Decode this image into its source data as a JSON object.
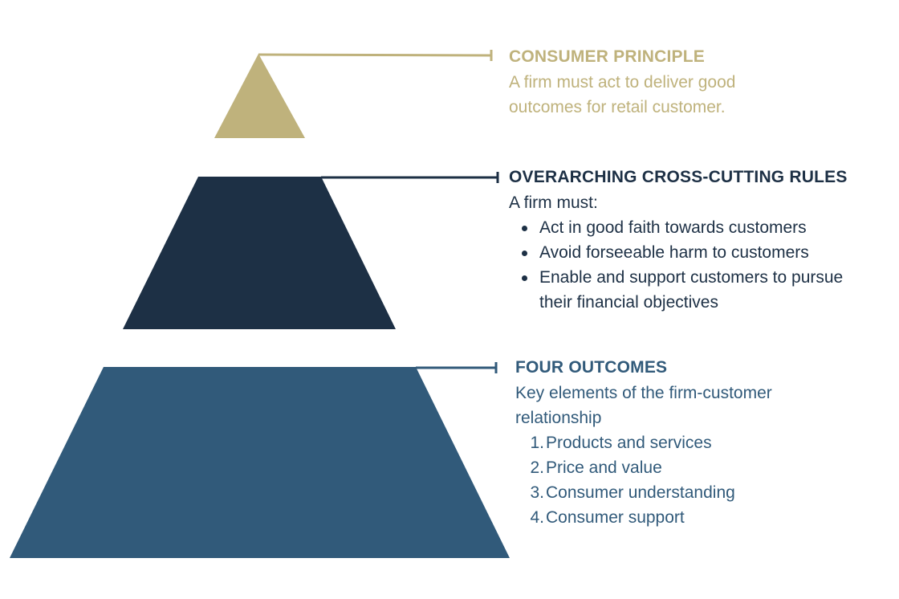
{
  "colors": {
    "gold": "#bfb27c",
    "navy": "#1d3045",
    "steel_blue": "#315a7a",
    "background": "#ffffff"
  },
  "tiers": [
    {
      "heading": "CONSUMER PRINCIPLE",
      "description_lines": [
        "A firm must act to deliver good",
        "outcomes for retail customer."
      ]
    },
    {
      "heading": "OVERARCHING CROSS-CUTTING RULES",
      "intro": "A firm must:",
      "bullets": [
        "Act in good faith towards customers",
        "Avoid forseeable harm to customers",
        "Enable and support customers to pursue their financial objectives"
      ]
    },
    {
      "heading": "FOUR OUTCOMES",
      "intro": "Key elements of the firm-customer relationship",
      "items": [
        {
          "number": "1.",
          "text": "Products and services"
        },
        {
          "number": "2.",
          "text": "Price and value"
        },
        {
          "number": "3.",
          "text": "Consumer understanding"
        },
        {
          "number": "4.",
          "text": "Consumer support"
        }
      ]
    }
  ]
}
